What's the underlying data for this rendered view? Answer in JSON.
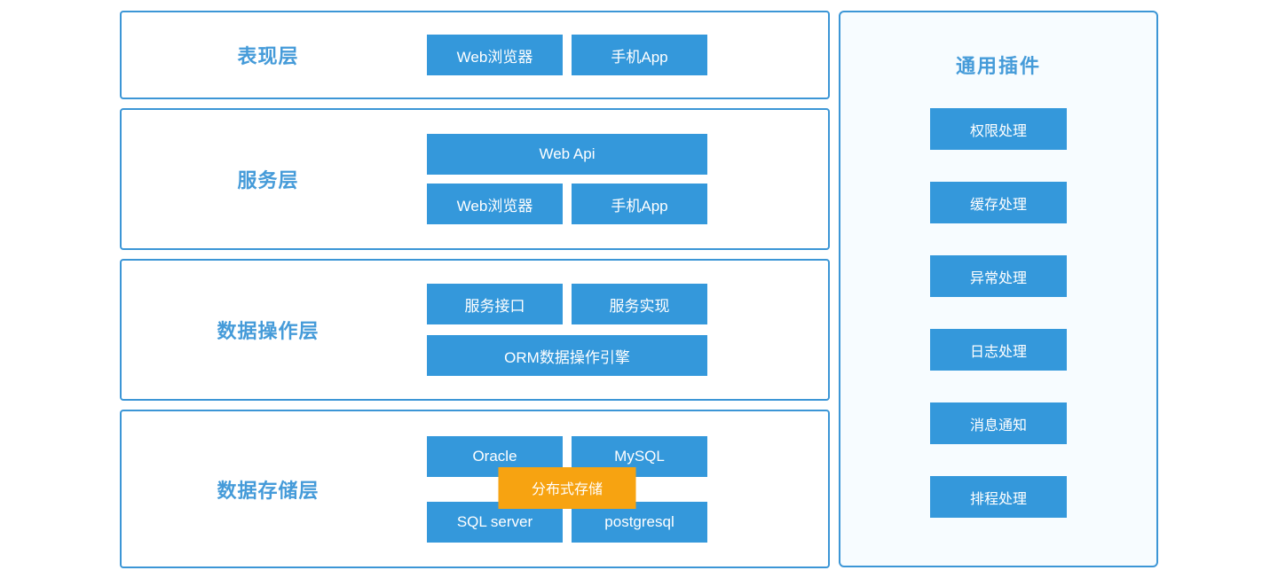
{
  "colors": {
    "node_blue": "#3498DB",
    "accent_orange": "#F7A311",
    "heading_blue": "#459BD9",
    "border_blue": "#3C96D6",
    "panel_bg": "#F7FCFF"
  },
  "layers": [
    {
      "title": "表现层",
      "rows": [
        [
          "Web浏览器",
          "手机App"
        ]
      ]
    },
    {
      "title": "服务层",
      "rows": [
        [
          "Web Api"
        ],
        [
          "Web浏览器",
          "手机App"
        ]
      ]
    },
    {
      "title": "数据操作层",
      "rows": [
        [
          "服务接口",
          "服务实现"
        ],
        [
          "ORM数据操作引擎"
        ]
      ]
    },
    {
      "title": "数据存储层",
      "rows": [
        [
          "Oracle",
          "MySQL"
        ],
        [
          "SQL server",
          "postgresql"
        ]
      ],
      "overlay": "分布式存储"
    }
  ],
  "plugins": {
    "title": "通用插件",
    "items": [
      "权限处理",
      "缓存处理",
      "异常处理",
      "日志处理",
      "消息通知",
      "排程处理"
    ]
  }
}
